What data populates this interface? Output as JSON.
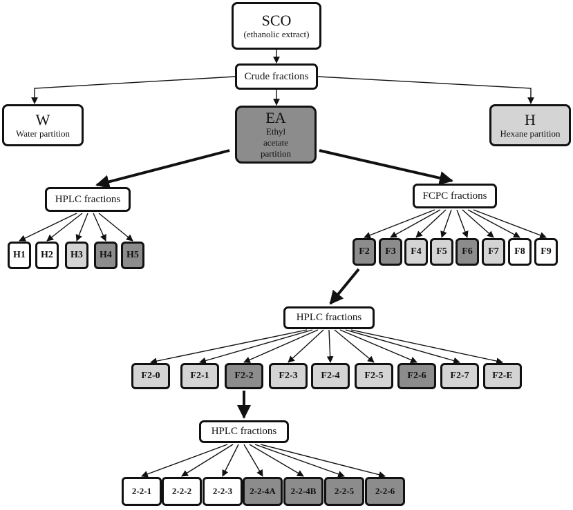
{
  "root": {
    "title": "SCO",
    "subtitle": "(ethanolic extract)"
  },
  "crude": {
    "label": "Crude fractions"
  },
  "partitions": {
    "w": {
      "title": "W",
      "subtitle": "Water partition"
    },
    "ea": {
      "title": "EA",
      "line1": "Ethyl",
      "line2": "acetate",
      "line3": "partition"
    },
    "h": {
      "title": "H",
      "subtitle": "Hexane partition"
    }
  },
  "hplc_left": {
    "label": "HPLC fractions",
    "items": [
      "H1",
      "H2",
      "H3",
      "H4",
      "H5"
    ],
    "shades": [
      "white",
      "white",
      "light",
      "dark",
      "dark"
    ]
  },
  "fcpc": {
    "label": "FCPC fractions",
    "items": [
      "F2",
      "F3",
      "F4",
      "F5",
      "F6",
      "F7",
      "F8",
      "F9"
    ],
    "shades": [
      "dark",
      "dark",
      "light",
      "light",
      "dark",
      "light",
      "white",
      "white"
    ]
  },
  "hplc_f2": {
    "label": "HPLC fractions",
    "items": [
      "F2-0",
      "F2-1",
      "F2-2",
      "F2-3",
      "F2-4",
      "F2-5",
      "F2-6",
      "F2-7",
      "F2-E"
    ],
    "shades": [
      "light",
      "light",
      "dark",
      "light",
      "light",
      "light",
      "dark",
      "light",
      "light"
    ]
  },
  "hplc_f22": {
    "label": "HPLC fractions",
    "items": [
      "2-2-1",
      "2-2-2",
      "2-2-3",
      "2-2-4A",
      "2-2-4B",
      "2-2-5",
      "2-2-6"
    ],
    "shades": [
      "white",
      "white",
      "white",
      "dark",
      "dark",
      "dark",
      "dark"
    ]
  },
  "colors": {
    "white": "#ffffff",
    "light": "#d4d4d4",
    "dark": "#8c8c8c",
    "stroke": "#111111"
  }
}
